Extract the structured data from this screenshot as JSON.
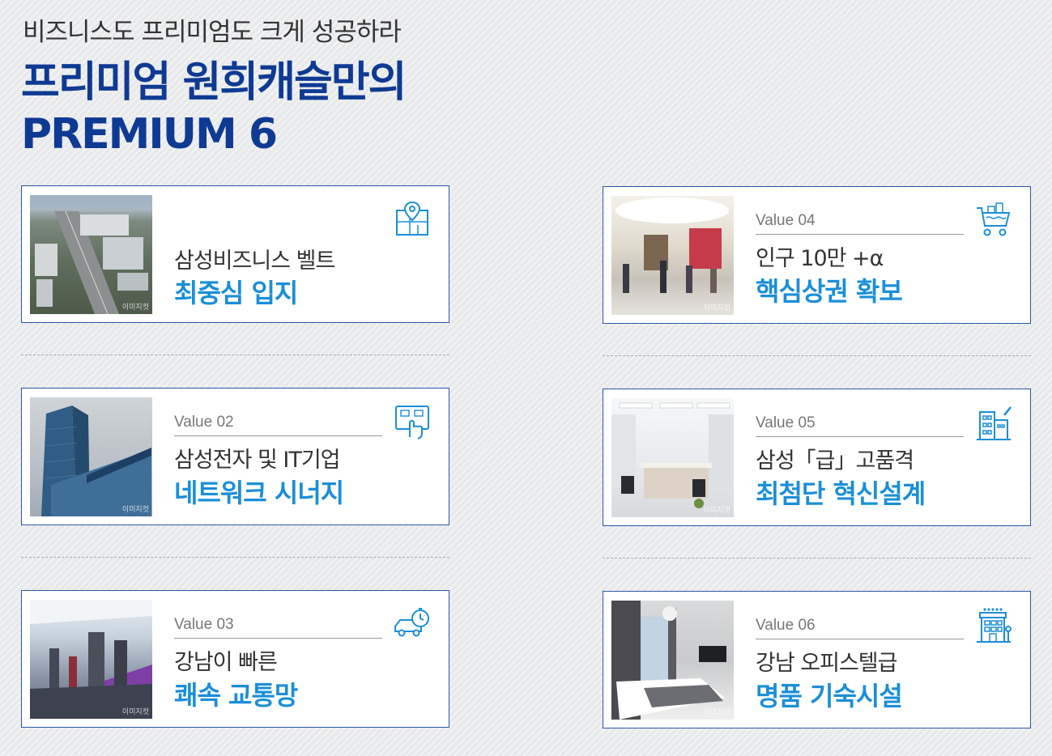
{
  "header": {
    "subtitle": "비즈니스도 프리미엄도 크게 성공하라",
    "title_line1": "프리미엄 원희캐슬만의",
    "title_line2": "PREMIUM 6"
  },
  "watermark": "이미지컷",
  "cards": [
    {
      "value": "",
      "line1": "삼성비즈니스 벨트",
      "line2": "최중심 입지",
      "icon": "map-pin-icon"
    },
    {
      "value": "Value 02",
      "line1": "삼성전자 및 IT기업",
      "line2": "네트워크 시너지",
      "icon": "touch-screen-icon"
    },
    {
      "value": "Value 03",
      "line1": "강남이 빠른",
      "line2": "쾌속 교통망",
      "icon": "car-clock-icon"
    },
    {
      "value": "Value 04",
      "line1": "인구 10만 +α",
      "line2": "핵심상권 확보",
      "icon": "shopping-cart-icon"
    },
    {
      "value": "Value 05",
      "line1": "삼성「급」고품격",
      "line2": "최첨단 혁신설계",
      "icon": "building-design-icon"
    },
    {
      "value": "Value 06",
      "line1": "강남 오피스텔급",
      "line2": "명품 기숙시설",
      "icon": "hotel-icon"
    }
  ]
}
